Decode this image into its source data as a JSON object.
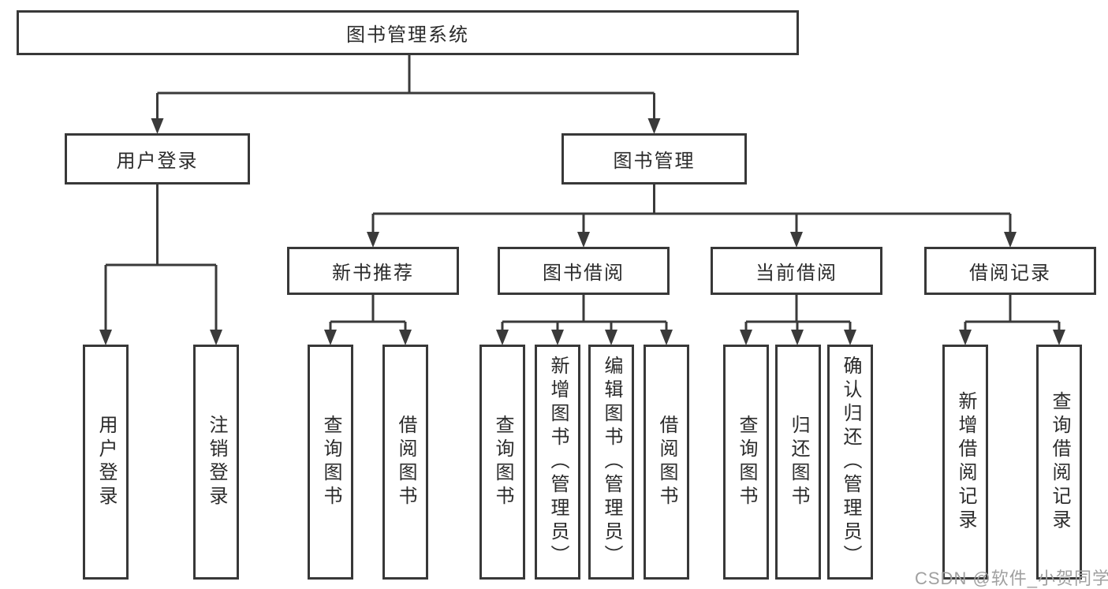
{
  "diagram": {
    "type": "tree",
    "root": {
      "label": "图书管理系统"
    },
    "level2": [
      {
        "label": "用户登录",
        "children": [
          {
            "label": "用户登录"
          },
          {
            "label": "注销登录"
          }
        ]
      },
      {
        "label": "图书管理",
        "children": [
          {
            "label": "新书推荐",
            "children": [
              {
                "label": "查询图书"
              },
              {
                "label": "借阅图书"
              }
            ]
          },
          {
            "label": "图书借阅",
            "children": [
              {
                "label": "查询图书"
              },
              {
                "label": "新增图书（管理员）"
              },
              {
                "label": "编辑图书（管理员）"
              },
              {
                "label": "借阅图书"
              }
            ]
          },
          {
            "label": "当前借阅",
            "children": [
              {
                "label": "查询图书"
              },
              {
                "label": "归还图书"
              },
              {
                "label": "确认归还（管理员）"
              }
            ]
          },
          {
            "label": "借阅记录",
            "children": [
              {
                "label": "新增借阅记录"
              },
              {
                "label": "查询借阅记录"
              }
            ]
          }
        ]
      }
    ]
  },
  "watermark": {
    "text": "CSDN @软件_小贺同学"
  },
  "colors": {
    "line": "#3a3a3a",
    "border": "#383838",
    "box_bg": "#ffffff",
    "text": "#2b2b2b",
    "watermark": "#a0a0a0",
    "background": "#ffffff"
  }
}
